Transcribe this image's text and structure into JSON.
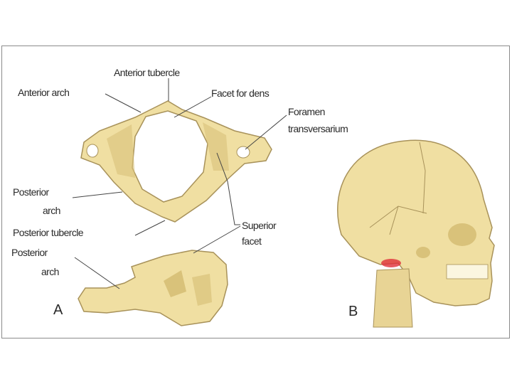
{
  "figure": {
    "labels": {
      "anterior_tubercle": "Anterior tubercle",
      "anterior_arch": "Anterior arch",
      "facet_for_dens": "Facet for dens",
      "foramen_line1": "Foramen",
      "foramen_line2": "transversarium",
      "posterior_arch_1_line1": "Posterior",
      "posterior_arch_1_line2": "arch",
      "posterior_tubercle": "Posterior tubercle",
      "superior_facet_line1": "Superior",
      "superior_facet_line2": "facet",
      "posterior_arch_2_line1": "Posterior",
      "posterior_arch_2_line2": "arch"
    },
    "panel_a": "A",
    "panel_b": "B",
    "colors": {
      "bone": "#f0dfa2",
      "bone_shadow": "#d9c27a",
      "outline": "#a8925a",
      "highlight": "#e0303a"
    }
  }
}
